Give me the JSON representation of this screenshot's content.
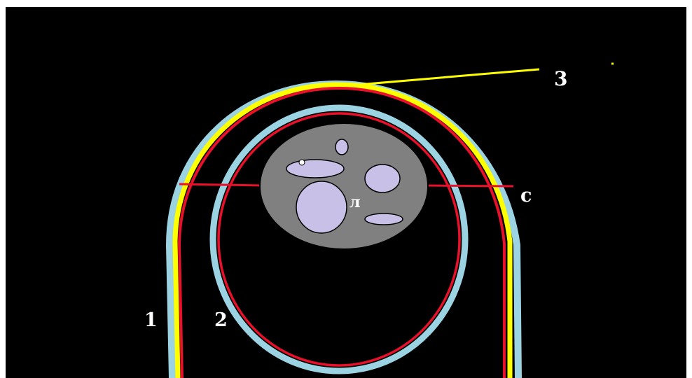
{
  "labels": {
    "one": "1",
    "two": "2",
    "three": "3",
    "c": "c",
    "l": "л"
  },
  "colors": {
    "background": "#000000",
    "frame": "#ffffff",
    "outer_yellow": "#ffff00",
    "outer_red": "#e8102a",
    "outer_blue": "#9bd3e3",
    "inner_blue": "#9bd3e3",
    "inner_red": "#e8102a",
    "nucleus": "#808080",
    "inclusion": "#c8c0e6",
    "label": "#ffffff"
  },
  "legend_numbers": [
    "1",
    "2",
    "3"
  ]
}
